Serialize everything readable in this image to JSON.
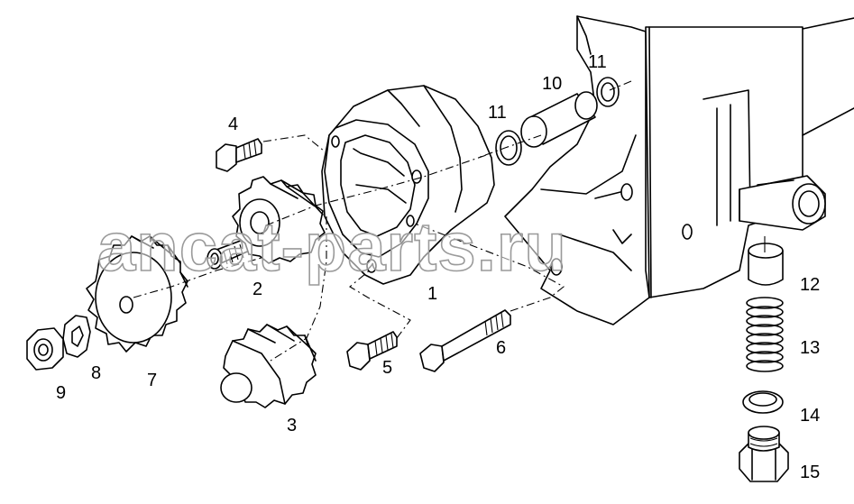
{
  "watermark": "ancat-parts.ru",
  "callouts": [
    {
      "id": "c1",
      "label": "1"
    },
    {
      "id": "c2",
      "label": "2"
    },
    {
      "id": "c3",
      "label": "3"
    },
    {
      "id": "c4",
      "label": "4"
    },
    {
      "id": "c5",
      "label": "5"
    },
    {
      "id": "c6",
      "label": "6"
    },
    {
      "id": "c7",
      "label": "7"
    },
    {
      "id": "c8",
      "label": "8"
    },
    {
      "id": "c9",
      "label": "9"
    },
    {
      "id": "c10",
      "label": "10"
    },
    {
      "id": "c11a",
      "label": "11"
    },
    {
      "id": "c11b",
      "label": "11"
    },
    {
      "id": "c12",
      "label": "12"
    },
    {
      "id": "c13",
      "label": "13"
    },
    {
      "id": "c14",
      "label": "14"
    },
    {
      "id": "c15",
      "label": "15"
    }
  ]
}
